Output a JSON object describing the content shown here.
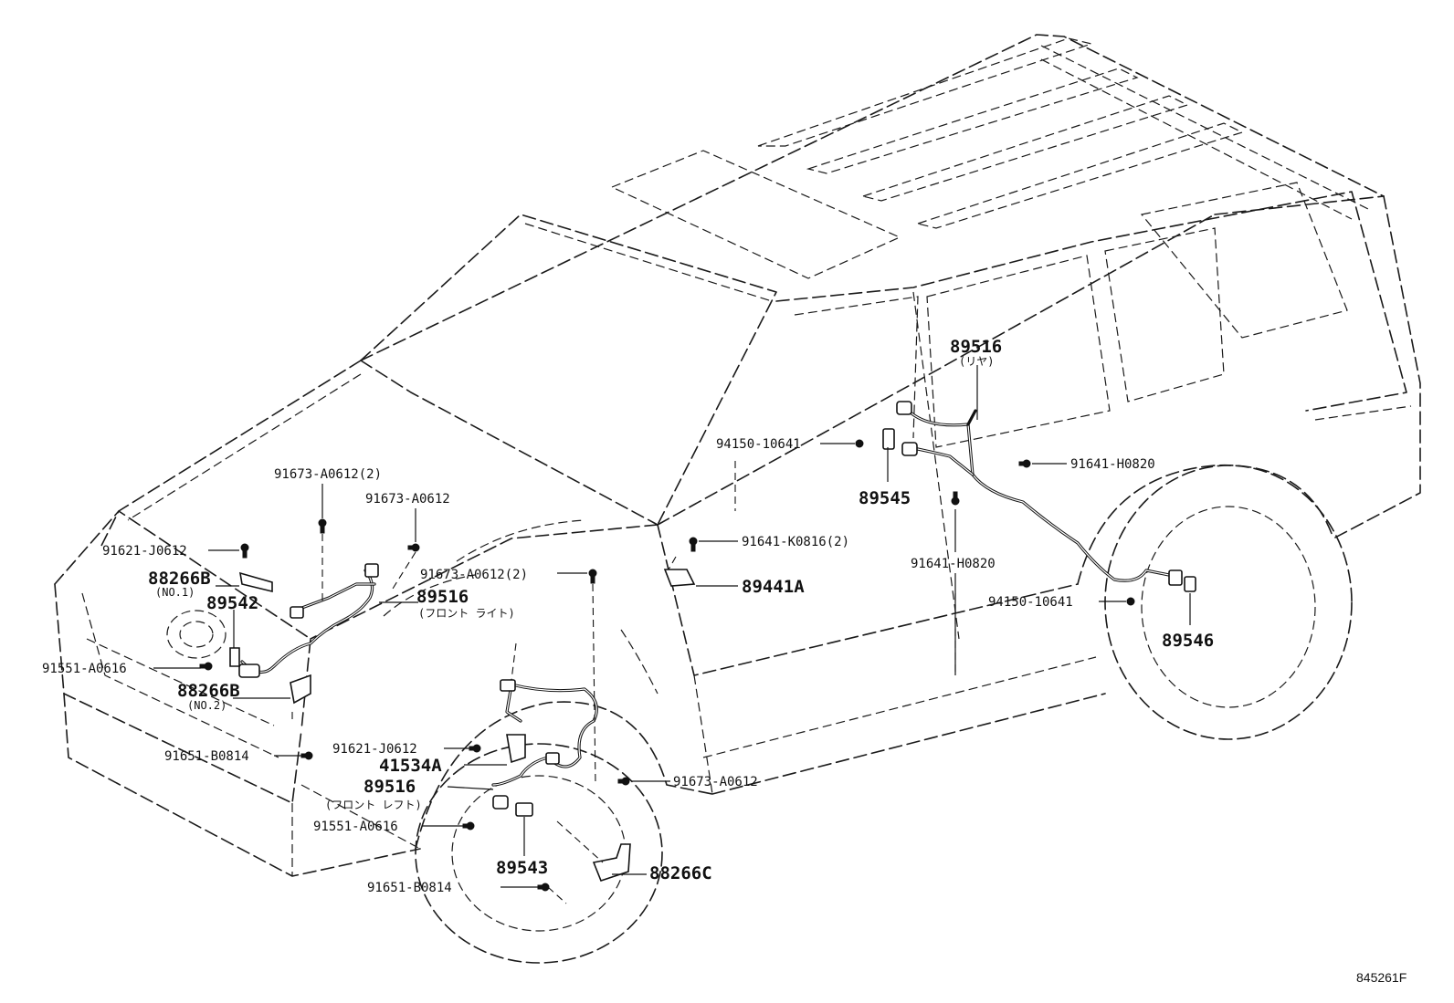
{
  "diagram": {
    "reference_code": "845261F",
    "labels": {
      "p89516_rear": "89516",
      "p89516_rear_note": "(リヤ)",
      "p94150_top": "94150-10641",
      "p89545": "89545",
      "p91641_H0820_right": "91641-H0820",
      "p91641_H0820_mid": "91641-H0820",
      "p91641_K0816": "91641-K0816(2)",
      "p89441A": "89441A",
      "p94150_low": "94150-10641",
      "p89546": "89546",
      "p91673_A0612_2_top": "91673-A0612(2)",
      "p91673_A0612_top": "91673-A0612",
      "p91621_J0612_left": "91621-J0612",
      "p88266B_1": "88266B",
      "p88266B_1_note": "(NO.1)",
      "p89542": "89542",
      "p89516_fr_light": "89516",
      "p89516_fr_light_note": "(フロント ライト)",
      "p91673_A0612_2_mid": "91673-A0612(2)",
      "p91551_A0616_left": "91551-A0616",
      "p88266B_2": "88266B",
      "p88266B_2_note": "(NO.2)",
      "p91621_J0612_mid": "91621-J0612",
      "p41534A": "41534A",
      "p91651_B0814_left": "91651-B0814",
      "p89516_fr_left": "89516",
      "p89516_fr_left_note": "(フロント レフト)",
      "p91673_A0612_low": "91673-A0612",
      "p91551_A0616_low": "91551-A0616",
      "p89543": "89543",
      "p88266C": "88266C",
      "p91651_B0814_low": "91651-B0814"
    }
  }
}
